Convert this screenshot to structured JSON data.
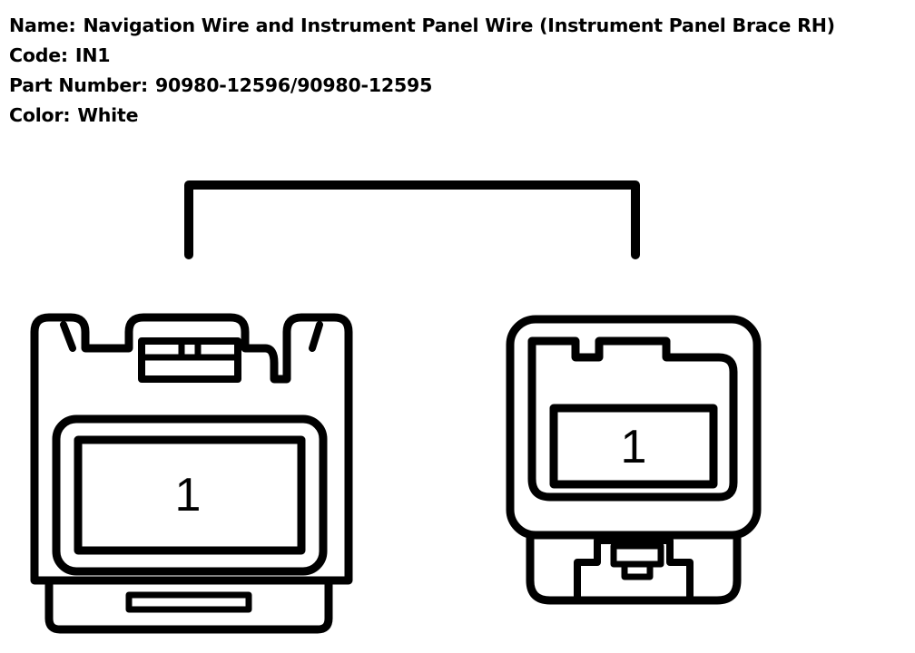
{
  "info": {
    "name_label": "Name:",
    "name_value": "Navigation Wire and Instrument Panel Wire (Instrument Panel Brace RH)",
    "code_label": "Code:",
    "code_value": "IN1",
    "part_label": "Part Number:",
    "part_value": "90980-12596/90980-12595",
    "color_label": "Color:",
    "color_value": "White"
  },
  "connectors": {
    "left_pin": "1",
    "right_pin": "1"
  },
  "colors": {
    "line": "#000000",
    "background": "#ffffff"
  }
}
